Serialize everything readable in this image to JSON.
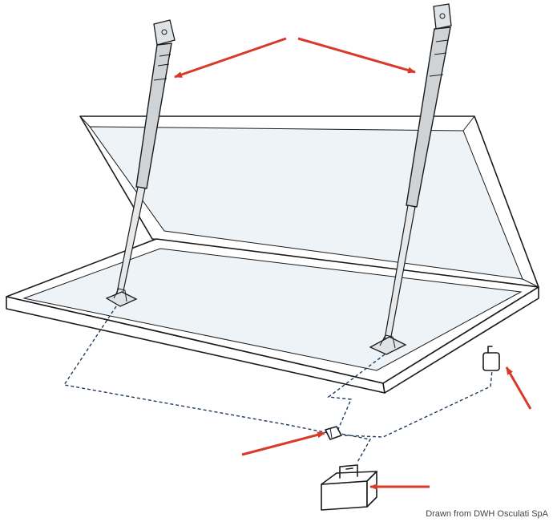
{
  "credit": "Drawn from DWH Osculati SpA",
  "colors": {
    "arrow": "#d83a2a",
    "line": "#1a1a1a",
    "wire": "#1f3a5a",
    "glass": "#eef3f7"
  },
  "components": [
    {
      "name": "hatch-lid-frame",
      "icon": "open-hatch"
    },
    {
      "name": "gas-strut-left",
      "icon": "gas-spring"
    },
    {
      "name": "gas-strut-right",
      "icon": "gas-spring"
    },
    {
      "name": "control-switch",
      "icon": "switch"
    },
    {
      "name": "connector-block",
      "icon": "connector"
    },
    {
      "name": "battery",
      "icon": "battery-box"
    }
  ]
}
